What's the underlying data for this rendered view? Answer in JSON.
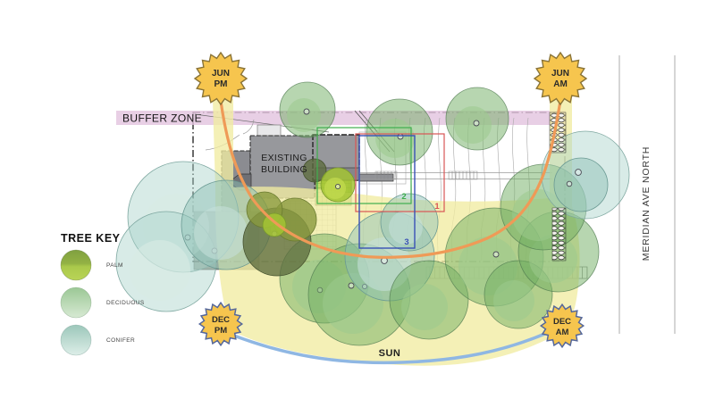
{
  "street": {
    "name": "MERIDIAN AVE NORTH"
  },
  "buffer_zone": {
    "label": "BUFFER ZONE",
    "color": "#e2c3de"
  },
  "existing_building": {
    "line1": "EXISTING",
    "line2": "BUILDING"
  },
  "sun_study": {
    "area_label": "SUN",
    "suns": [
      {
        "id": "jun-pm",
        "month": "JUN",
        "time": "PM"
      },
      {
        "id": "jun-am",
        "month": "JUN",
        "time": "AM"
      },
      {
        "id": "dec-pm",
        "month": "DEC",
        "time": "PM"
      },
      {
        "id": "dec-am",
        "month": "DEC",
        "time": "AM"
      }
    ],
    "colors": {
      "summer_path": "#ef9a57",
      "winter_path": "#8fb7e3",
      "sun_fill": "#f6c54e",
      "sun_area": "#f1eca2"
    }
  },
  "schemes": [
    {
      "number": "1",
      "color": "#d95555"
    },
    {
      "number": "2",
      "color": "#3fae4e"
    },
    {
      "number": "3",
      "color": "#3950b5"
    }
  ],
  "tree_key": {
    "title": "TREE KEY",
    "items": [
      {
        "label": "PALM"
      },
      {
        "label": "DECIDUOUS"
      },
      {
        "label": "CONIFER"
      }
    ]
  }
}
